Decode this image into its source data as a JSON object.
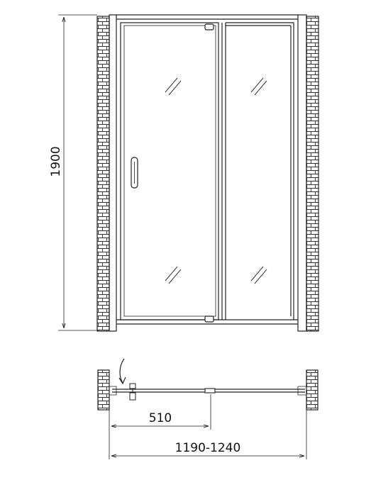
{
  "dimensions": {
    "height_label": "1900",
    "door_width_label": "510",
    "total_width_label": "1190-1240"
  },
  "colors": {
    "line": "#222222",
    "background": "#ffffff"
  },
  "icons": {
    "swing": "door-swing-arrow-icon",
    "glass": "glass-reflection-icon",
    "handle": "door-handle-icon",
    "hinge": "hinge-icon",
    "wall": "brick-wall-icon"
  }
}
